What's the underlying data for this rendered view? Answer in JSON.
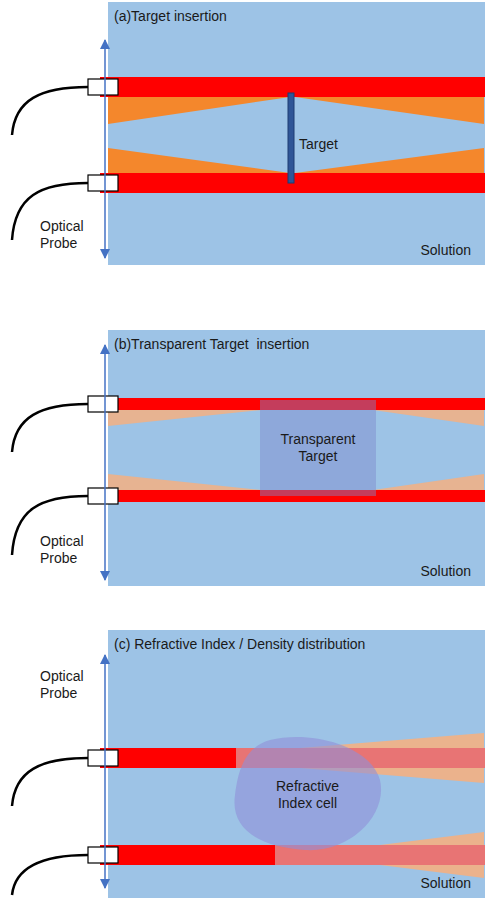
{
  "diagram": {
    "nodes": [
      {
        "text": [
          "(a)Target insertion",
          "Solution"
        ]
      },
      {
        "text": [
          "(b)Transparent Target  insertion",
          "Solution"
        ]
      },
      {
        "text": [
          "Transparent Target"
        ],
        "in": 1
      },
      {
        "text": [
          "(c) Refractive Index / Density distribution",
          "Solution"
        ]
      },
      {
        "text": [
          "Refractive Index cell"
        ],
        "in": 3
      }
    ],
    "labels": [
      "Target",
      "Optical Probe",
      "Optical Probe",
      "Optical Probe"
    ]
  }
}
